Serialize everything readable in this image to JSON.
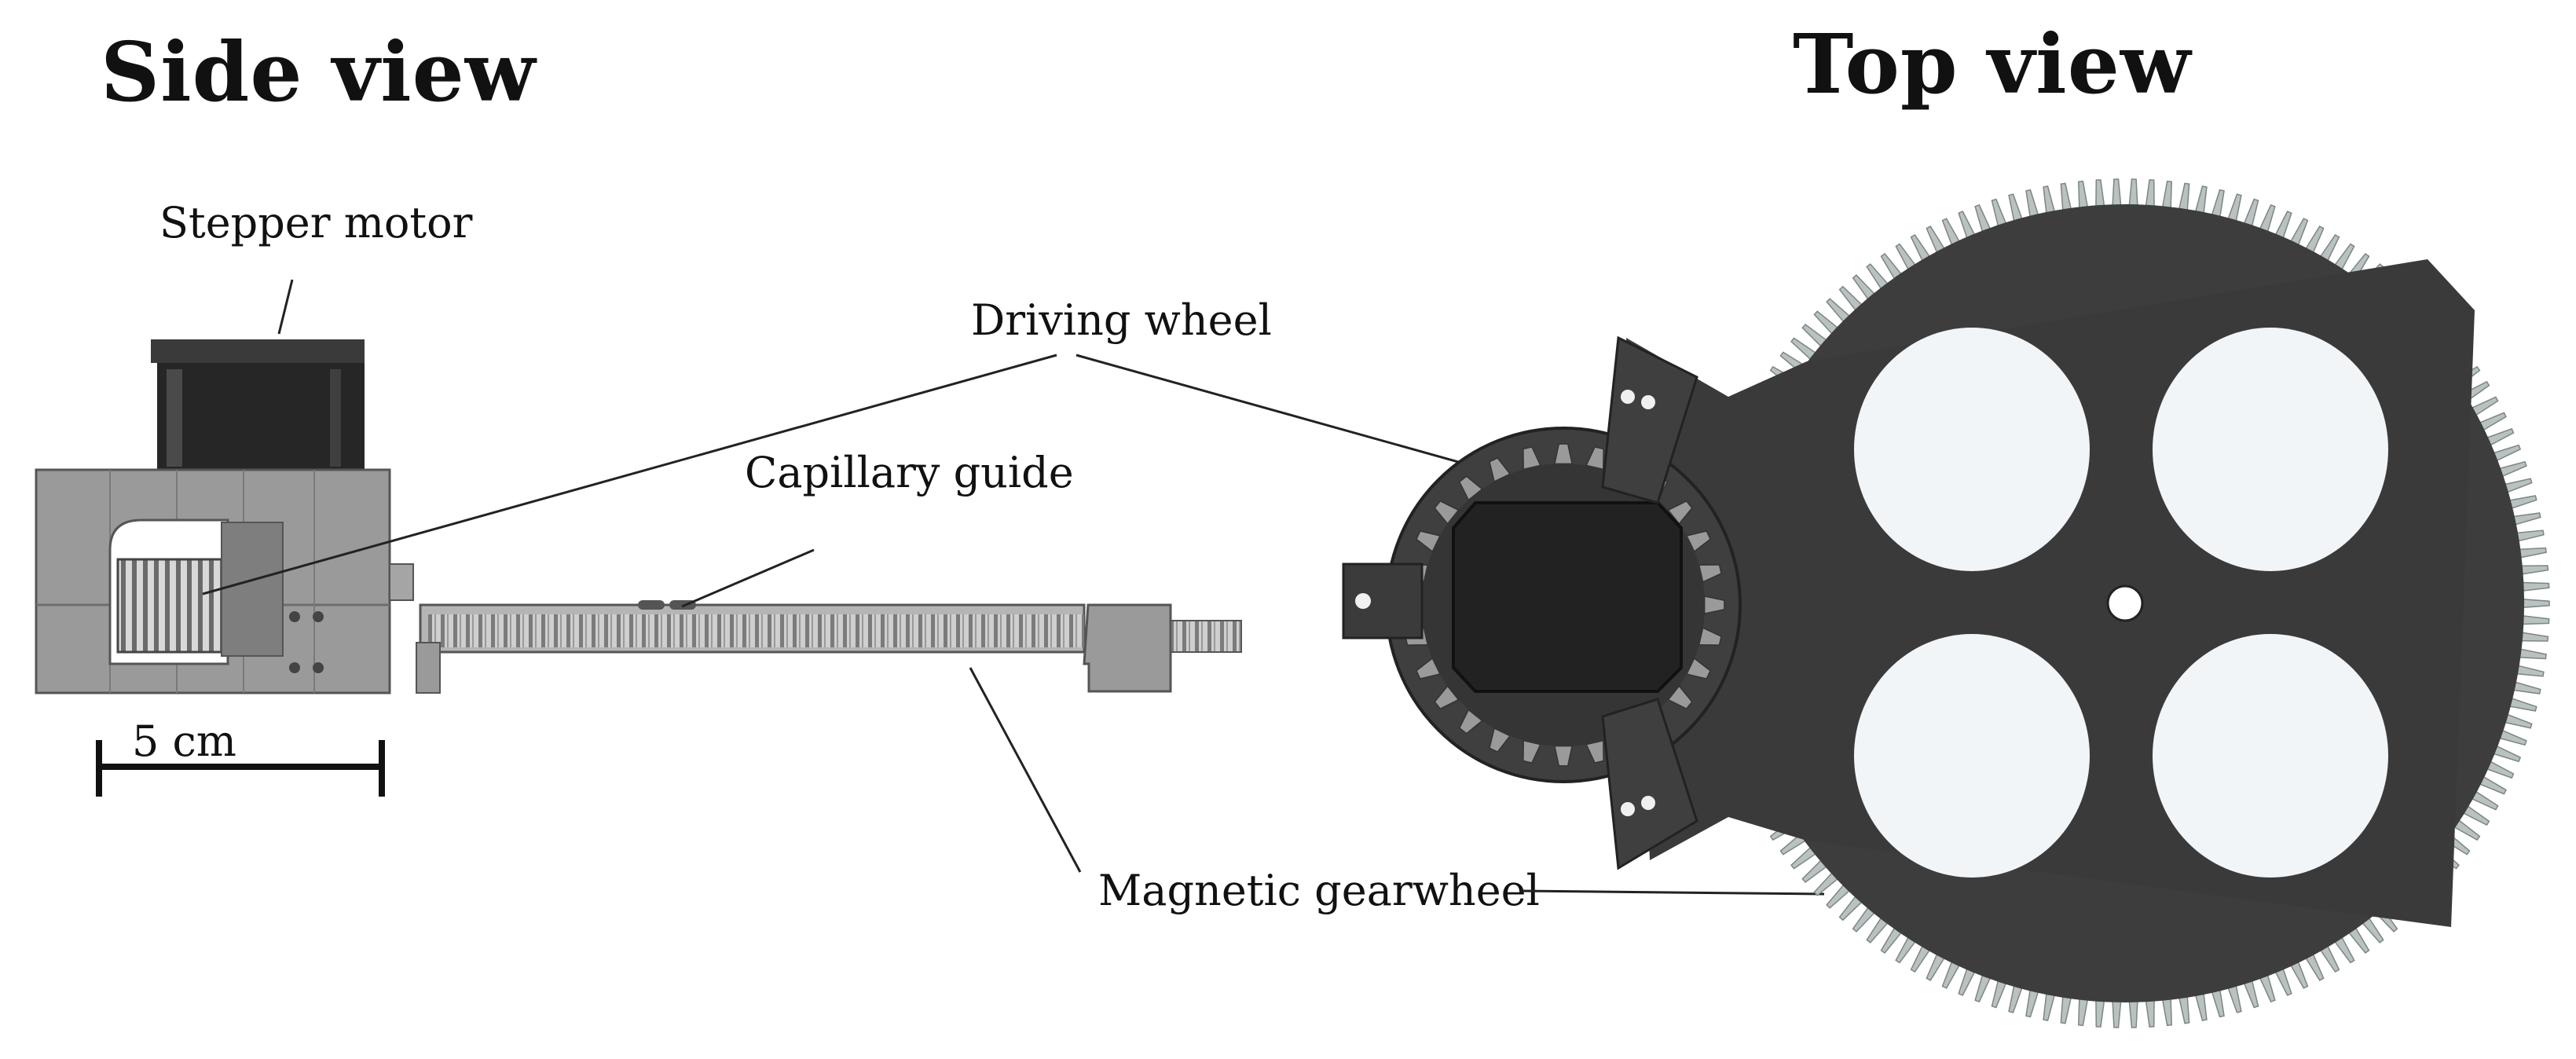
{
  "views": {
    "side": {
      "title": "Side view"
    },
    "top": {
      "title": "Top view"
    }
  },
  "labels": {
    "stepper_motor": "Stepper motor",
    "driving_wheel": "Driving wheel",
    "capillary_guide": "Capillary guide",
    "magnetic_gearwheel": "Magnetic gearwheel"
  },
  "scale_bar": {
    "label": "5 cm"
  },
  "colors": {
    "gear_body": "#3d3d3d",
    "gear_teeth": "#b9c1c1",
    "motor_body": "#2a2a2a",
    "frame_gray": "#8f8f8f",
    "cutout": "#f2f5f8"
  }
}
